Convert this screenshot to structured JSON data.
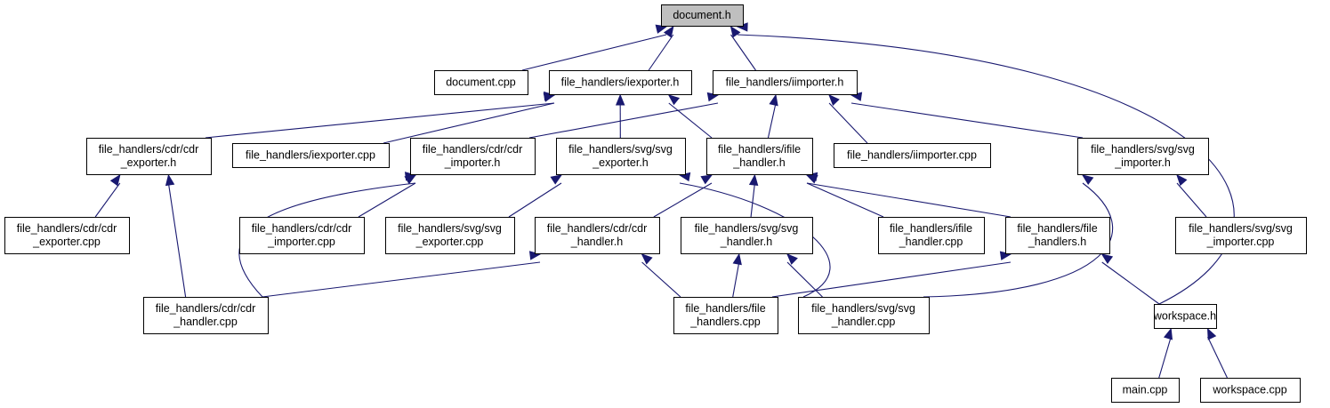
{
  "graph": {
    "nodes": [
      {
        "id": "document_h",
        "lines": [
          "document.h"
        ],
        "root": true
      },
      {
        "id": "document_cpp",
        "lines": [
          "document.cpp"
        ]
      },
      {
        "id": "iexporter_h",
        "lines": [
          "file_handlers/iexporter.h"
        ]
      },
      {
        "id": "iimporter_h",
        "lines": [
          "file_handlers/iimporter.h"
        ]
      },
      {
        "id": "cdr_exporter_h",
        "lines": [
          "file_handlers/cdr/cdr",
          "_exporter.h"
        ]
      },
      {
        "id": "iexporter_cpp",
        "lines": [
          "file_handlers/iexporter.cpp"
        ]
      },
      {
        "id": "cdr_importer_h",
        "lines": [
          "file_handlers/cdr/cdr",
          "_importer.h"
        ]
      },
      {
        "id": "svg_exporter_h",
        "lines": [
          "file_handlers/svg/svg",
          "_exporter.h"
        ]
      },
      {
        "id": "ifile_handler_h",
        "lines": [
          "file_handlers/ifile",
          "_handler.h"
        ]
      },
      {
        "id": "iimporter_cpp",
        "lines": [
          "file_handlers/iimporter.cpp"
        ]
      },
      {
        "id": "svg_importer_h",
        "lines": [
          "file_handlers/svg/svg",
          "_importer.h"
        ]
      },
      {
        "id": "cdr_exporter_cpp",
        "lines": [
          "file_handlers/cdr/cdr",
          "_exporter.cpp"
        ]
      },
      {
        "id": "cdr_importer_cpp",
        "lines": [
          "file_handlers/cdr/cdr",
          "_importer.cpp"
        ]
      },
      {
        "id": "svg_exporter_cpp",
        "lines": [
          "file_handlers/svg/svg",
          "_exporter.cpp"
        ]
      },
      {
        "id": "cdr_handler_h",
        "lines": [
          "file_handlers/cdr/cdr",
          "_handler.h"
        ]
      },
      {
        "id": "svg_handler_h",
        "lines": [
          "file_handlers/svg/svg",
          "_handler.h"
        ]
      },
      {
        "id": "ifile_handler_cpp",
        "lines": [
          "file_handlers/ifile",
          "_handler.cpp"
        ]
      },
      {
        "id": "file_handlers_h",
        "lines": [
          "file_handlers/file",
          "_handlers.h"
        ]
      },
      {
        "id": "svg_importer_cpp",
        "lines": [
          "file_handlers/svg/svg",
          "_importer.cpp"
        ]
      },
      {
        "id": "cdr_handler_cpp",
        "lines": [
          "file_handlers/cdr/cdr",
          "_handler.cpp"
        ]
      },
      {
        "id": "file_handlers_cpp",
        "lines": [
          "file_handlers/file",
          "_handlers.cpp"
        ]
      },
      {
        "id": "svg_handler_cpp",
        "lines": [
          "file_handlers/svg/svg",
          "_handler.cpp"
        ]
      },
      {
        "id": "workspace_h",
        "lines": [
          "workspace.h"
        ]
      },
      {
        "id": "main_cpp",
        "lines": [
          "main.cpp"
        ]
      },
      {
        "id": "workspace_cpp",
        "lines": [
          "workspace.cpp"
        ]
      }
    ],
    "edges": [
      {
        "from": "document_cpp",
        "to": "document_h"
      },
      {
        "from": "iexporter_h",
        "to": "document_h"
      },
      {
        "from": "iimporter_h",
        "to": "document_h"
      },
      {
        "from": "workspace_h",
        "to": "document_h"
      },
      {
        "from": "cdr_exporter_h",
        "to": "iexporter_h"
      },
      {
        "from": "iexporter_cpp",
        "to": "iexporter_h"
      },
      {
        "from": "svg_exporter_h",
        "to": "iexporter_h"
      },
      {
        "from": "ifile_handler_h",
        "to": "iexporter_h"
      },
      {
        "from": "cdr_importer_h",
        "to": "iimporter_h"
      },
      {
        "from": "ifile_handler_h",
        "to": "iimporter_h"
      },
      {
        "from": "iimporter_cpp",
        "to": "iimporter_h"
      },
      {
        "from": "svg_importer_h",
        "to": "iimporter_h"
      },
      {
        "from": "cdr_exporter_cpp",
        "to": "cdr_exporter_h"
      },
      {
        "from": "cdr_handler_cpp",
        "to": "cdr_exporter_h"
      },
      {
        "from": "cdr_importer_cpp",
        "to": "cdr_importer_h"
      },
      {
        "from": "cdr_handler_cpp",
        "to": "cdr_importer_h"
      },
      {
        "from": "svg_exporter_cpp",
        "to": "svg_exporter_h"
      },
      {
        "from": "svg_handler_cpp",
        "to": "svg_exporter_h"
      },
      {
        "from": "cdr_handler_h",
        "to": "ifile_handler_h"
      },
      {
        "from": "svg_handler_h",
        "to": "ifile_handler_h"
      },
      {
        "from": "ifile_handler_cpp",
        "to": "ifile_handler_h"
      },
      {
        "from": "file_handlers_h",
        "to": "ifile_handler_h"
      },
      {
        "from": "svg_importer_cpp",
        "to": "svg_importer_h"
      },
      {
        "from": "svg_handler_cpp",
        "to": "svg_importer_h"
      },
      {
        "from": "cdr_handler_cpp",
        "to": "cdr_handler_h"
      },
      {
        "from": "file_handlers_cpp",
        "to": "cdr_handler_h"
      },
      {
        "from": "file_handlers_cpp",
        "to": "svg_handler_h"
      },
      {
        "from": "svg_handler_cpp",
        "to": "svg_handler_h"
      },
      {
        "from": "file_handlers_cpp",
        "to": "file_handlers_h"
      },
      {
        "from": "workspace_h",
        "to": "file_handlers_h"
      },
      {
        "from": "main_cpp",
        "to": "workspace_h"
      },
      {
        "from": "workspace_cpp",
        "to": "workspace_h"
      }
    ]
  }
}
